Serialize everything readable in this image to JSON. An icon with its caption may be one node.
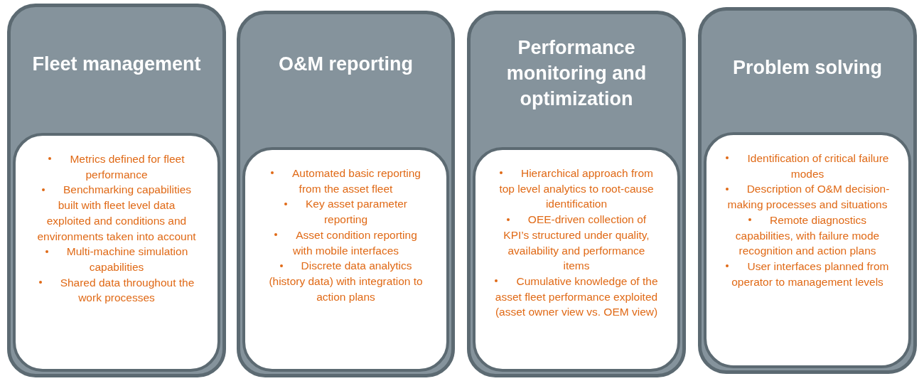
{
  "diagram": {
    "nodes": [
      {
        "text": [
          "Fleet management"
        ]
      },
      {
        "text": [
          "Metrics defined for fleet performance",
          "Benchmarking capabilities built with fleet level data exploited and conditions and environments  taken into account",
          "Multi-machine simulation capabilities",
          "Shared data throughout the work processes"
        ],
        "in": 0
      },
      {
        "text": [
          "O&M reporting"
        ]
      },
      {
        "text": [
          "Automated basic reporting from the asset fleet",
          "Key asset parameter reporting",
          "Asset condition reporting with mobile interfaces",
          "Discrete data analytics (history data) with integration to action plans"
        ],
        "in": 2
      },
      {
        "text": [
          "Performance monitoring and optimization"
        ]
      },
      {
        "text": [
          "Hierarchical approach from top level analytics to root-cause identification",
          "OEE-driven collection of KPI’s structured under quality, availability and performance items",
          "Cumulative knowledge of the asset fleet performance exploited (asset owner view vs. OEM view)"
        ],
        "in": 4
      },
      {
        "text": [
          "Problem solving"
        ]
      },
      {
        "text": [
          "Identification of critical failure modes",
          "Description of O&M decision-making processes and situations",
          "Remote diagnostics capabilities, with failure mode recognition and action plans",
          "User interfaces planned from operator to management  levels"
        ],
        "in": 6
      }
    ]
  }
}
